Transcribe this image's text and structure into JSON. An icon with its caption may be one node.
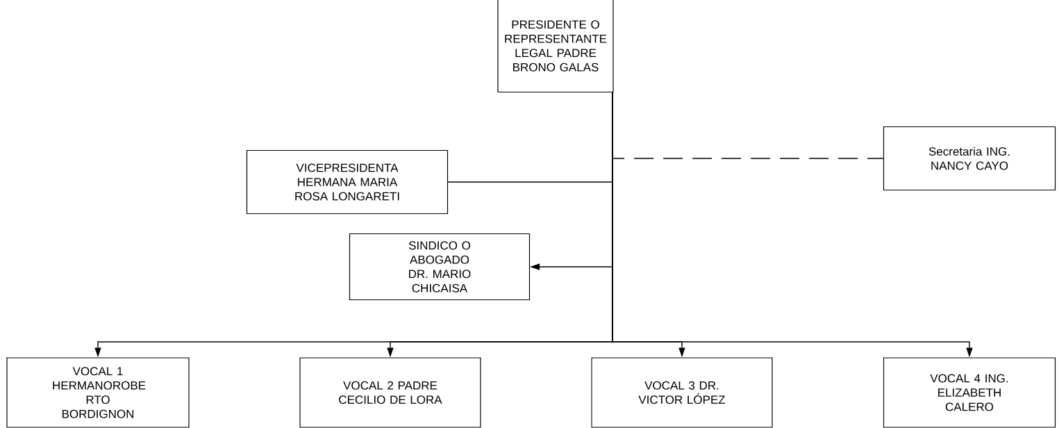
{
  "diagram": {
    "nodes": [
      {
        "text": [
          "PRESIDENTE O REPRESENTANTE LEGAL PADRE BRONO GALAS"
        ]
      },
      {
        "text": [
          "Secretaria ING. NANCY CAYO"
        ]
      },
      {
        "text": [
          "VICEPRESIDENTA HERMANA MARIA ROSA LONGARETI"
        ]
      },
      {
        "text": [
          "SINDICO O ABOGADO DR. MARIO CHICAISA"
        ]
      },
      {
        "text": [
          "VOCAL 1 HERMANOROBE RTO BORDIGNON"
        ]
      },
      {
        "text": [
          "VOCAL 2 PADRE CECILIO DE LORA"
        ]
      },
      {
        "text": [
          "VOCAL 3 DR. VICTOR LÓPEZ"
        ]
      },
      {
        "text": [
          "VOCAL 4 ING. ELIZABETH CALERO"
        ]
      }
    ],
    "edges": [
      {
        "from": 0,
        "to": 1,
        "arrow": "none",
        "style": "dashed"
      },
      {
        "from": 0,
        "to": 2,
        "arrow": "none"
      },
      {
        "from": 0,
        "to": 3,
        "arrow": "to"
      },
      {
        "from": 0,
        "to": 4,
        "arrow": "to"
      },
      {
        "from": 0,
        "to": 5,
        "arrow": "to"
      },
      {
        "from": 0,
        "to": 6,
        "arrow": "to"
      },
      {
        "from": 0,
        "to": 7,
        "arrow": "to"
      }
    ]
  }
}
